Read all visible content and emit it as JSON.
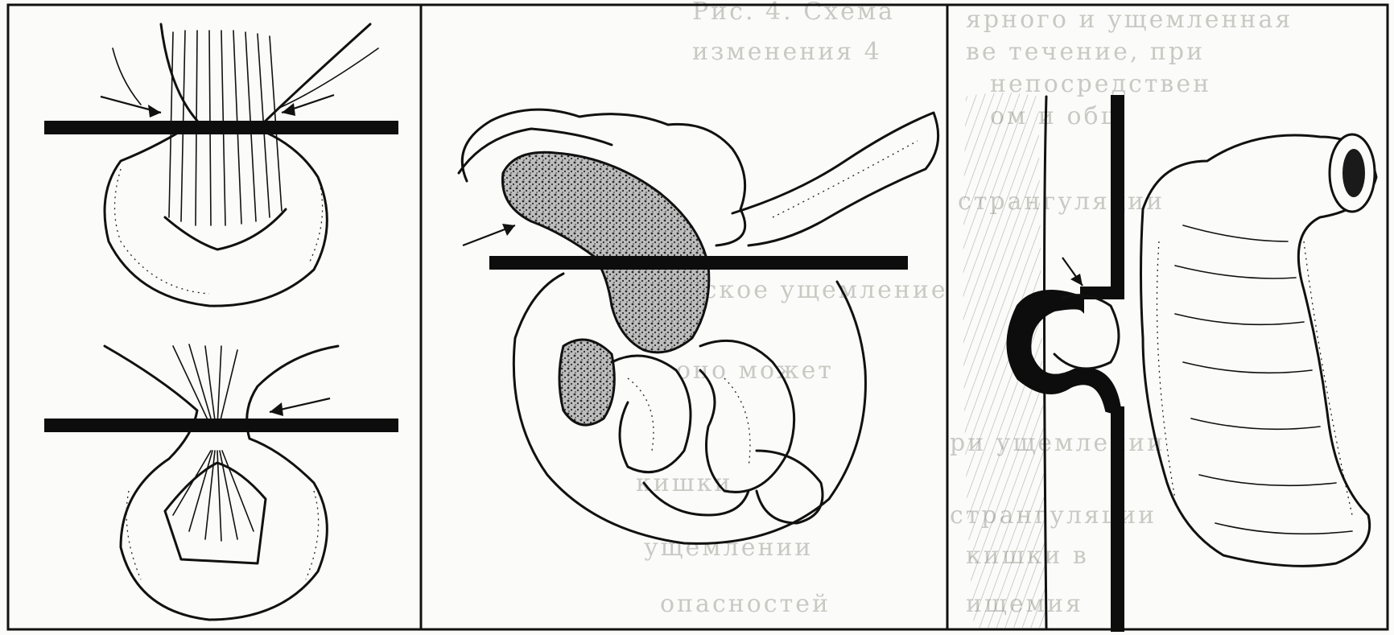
{
  "figure": {
    "panels": [
      {
        "id": "a",
        "subject": "stricture-diagrams"
      },
      {
        "id": "b",
        "subject": "bowel-loops-hernia"
      },
      {
        "id": "c",
        "subject": "intestinal-loop-section"
      }
    ],
    "colors": {
      "ink": "#111111",
      "paper": "#fbfbf9",
      "stipple": "#3a3a3a",
      "bleed_through": "#c9c9c4"
    },
    "bleed_through_text": [
      "Рис. 4. Схема",
      "ярного и ущемленная",
      "ве течение, при",
      "непосредствен",
      "изменения 4",
      "ом и общ",
      "странгуляции",
      "ческое ущемление",
      "оно может",
      "ри ущемлении",
      "кишки",
      "странгуляции",
      "ущемлении",
      "кишки в",
      "опасностей",
      "ищемия"
    ]
  }
}
